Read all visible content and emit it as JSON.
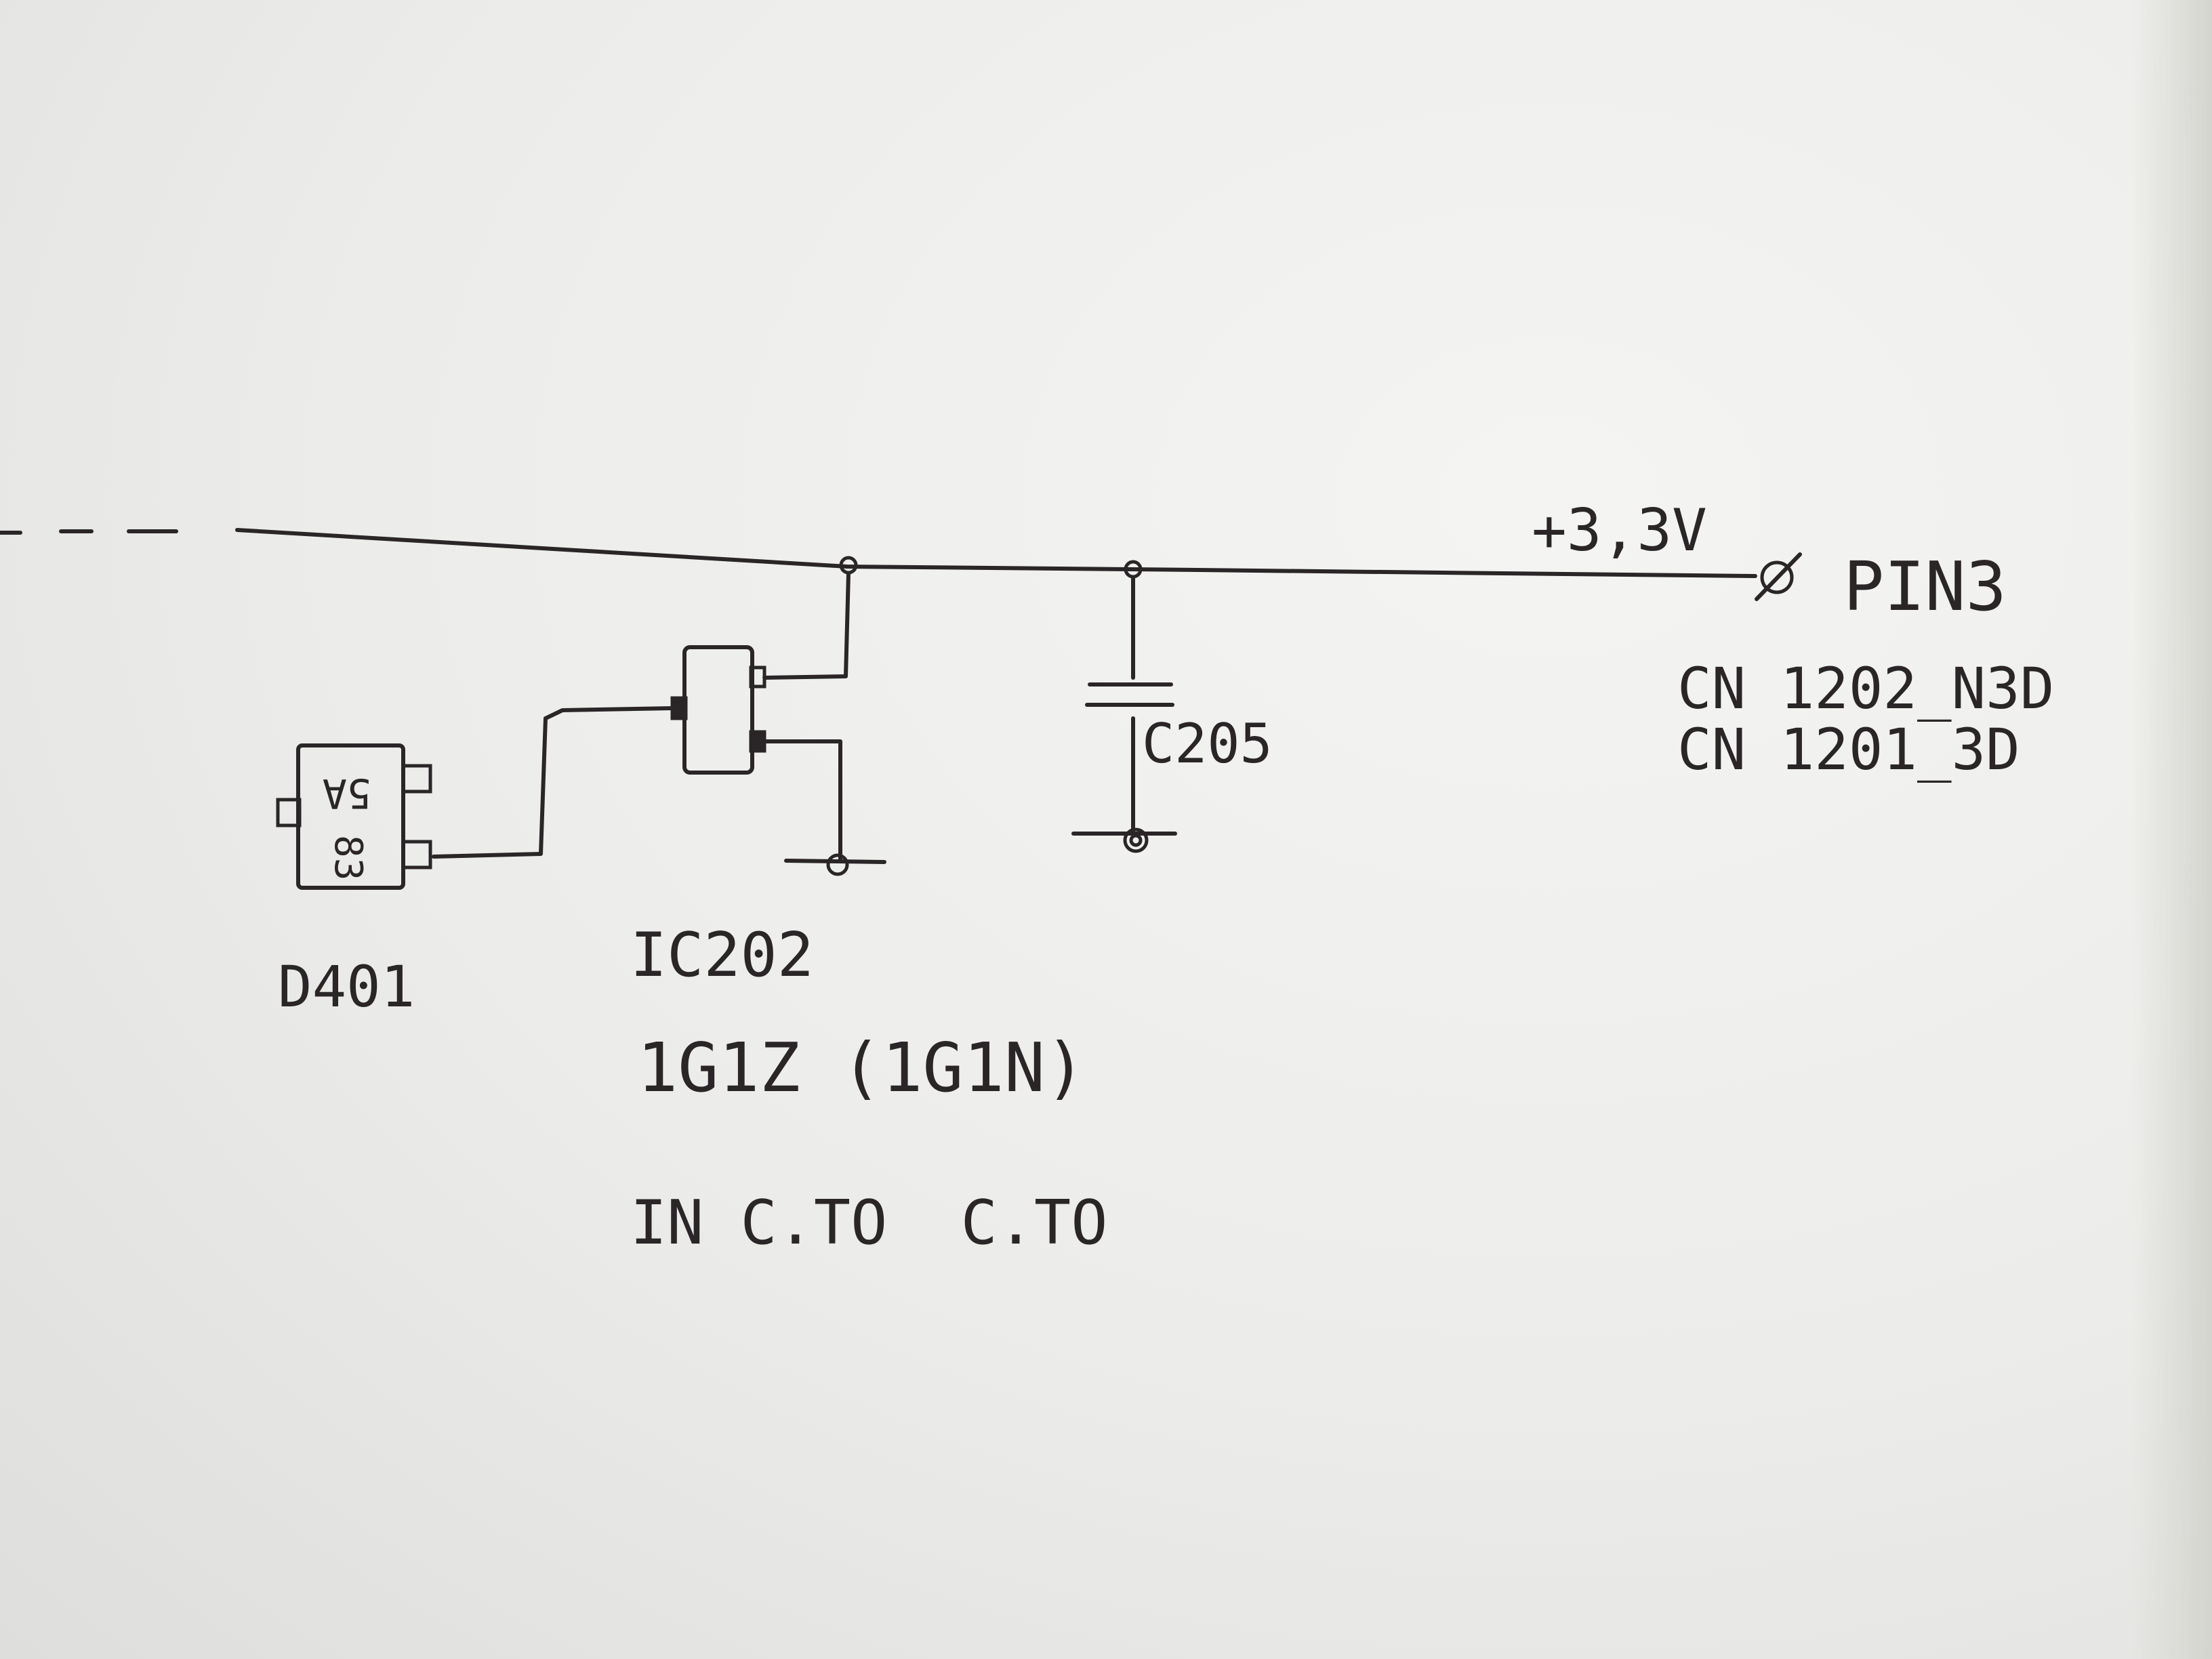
{
  "colors": {
    "ink": "#2a2628",
    "paper": "#efefed"
  },
  "rail": {
    "voltage_label": "+3,3V"
  },
  "connector": {
    "pin_label": "PIN3",
    "part_line_1": "CN 1202_N3D",
    "part_line_2": "CN 1201_3D"
  },
  "capacitor": {
    "label": "C205"
  },
  "ic": {
    "label": "IC202",
    "marking": "1G1Z (1G1N)",
    "pin_note": "IN C.TO  C.TO"
  },
  "diode": {
    "label": "D401",
    "marking_top": "5A",
    "marking_bottom": "83"
  }
}
